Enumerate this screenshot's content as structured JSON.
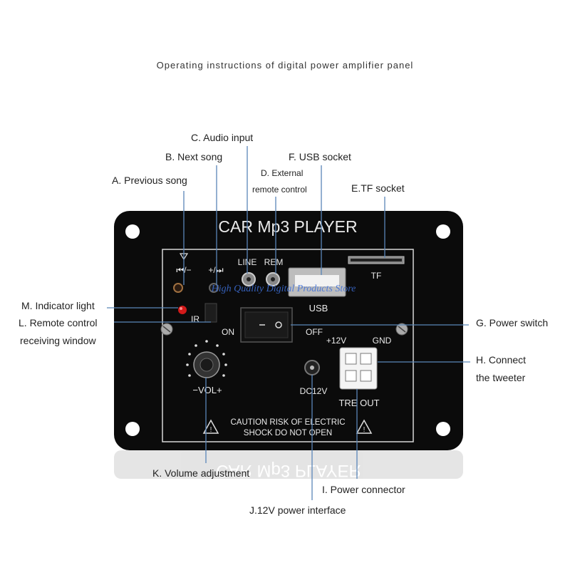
{
  "title": "Operating instructions of digital power amplifier panel",
  "labels": {
    "a": "A. Previous song",
    "b": "B. Next song",
    "c": "C. Audio input",
    "d_line1": "D. External",
    "d_line2": "remote control",
    "e": "E.TF socket",
    "f": "F. USB socket",
    "g": "G. Power switch",
    "h_line1": "H. Connect",
    "h_line2": "the tweeter",
    "i": "I. Power connector",
    "j": "J.12V power interface",
    "k": "K. Volume adjustment",
    "l_line1": "L. Remote control",
    "l_line2": "receiving window",
    "m": "M. Indicator light"
  },
  "panel": {
    "heading": "CAR Mp3 PLAYER",
    "prev": "⏮/−",
    "next": "+/⏭",
    "line": "LINE",
    "rem": "REM",
    "usb": "USB",
    "tf": "TF",
    "ir": "IR",
    "on": "ON",
    "off": "OFF",
    "plus12": "+12V",
    "gnd": "GND",
    "vol": "−VOL+",
    "dc": "DC12V",
    "treout": "TRE OUT",
    "caution1": "CAUTION RISK OF ELECTRIC",
    "caution2": "SHOCK DO NOT OPEN",
    "reflection": "CAR Mp3 PLAYER"
  },
  "watermark": "High Quality Digital Products Store",
  "colors": {
    "panel": "#0b0b0b",
    "panel_text": "#eaeaea",
    "leader_line": "#5a86b8",
    "indicator": "#d21a1a",
    "watermark": "#3d6fd8"
  }
}
